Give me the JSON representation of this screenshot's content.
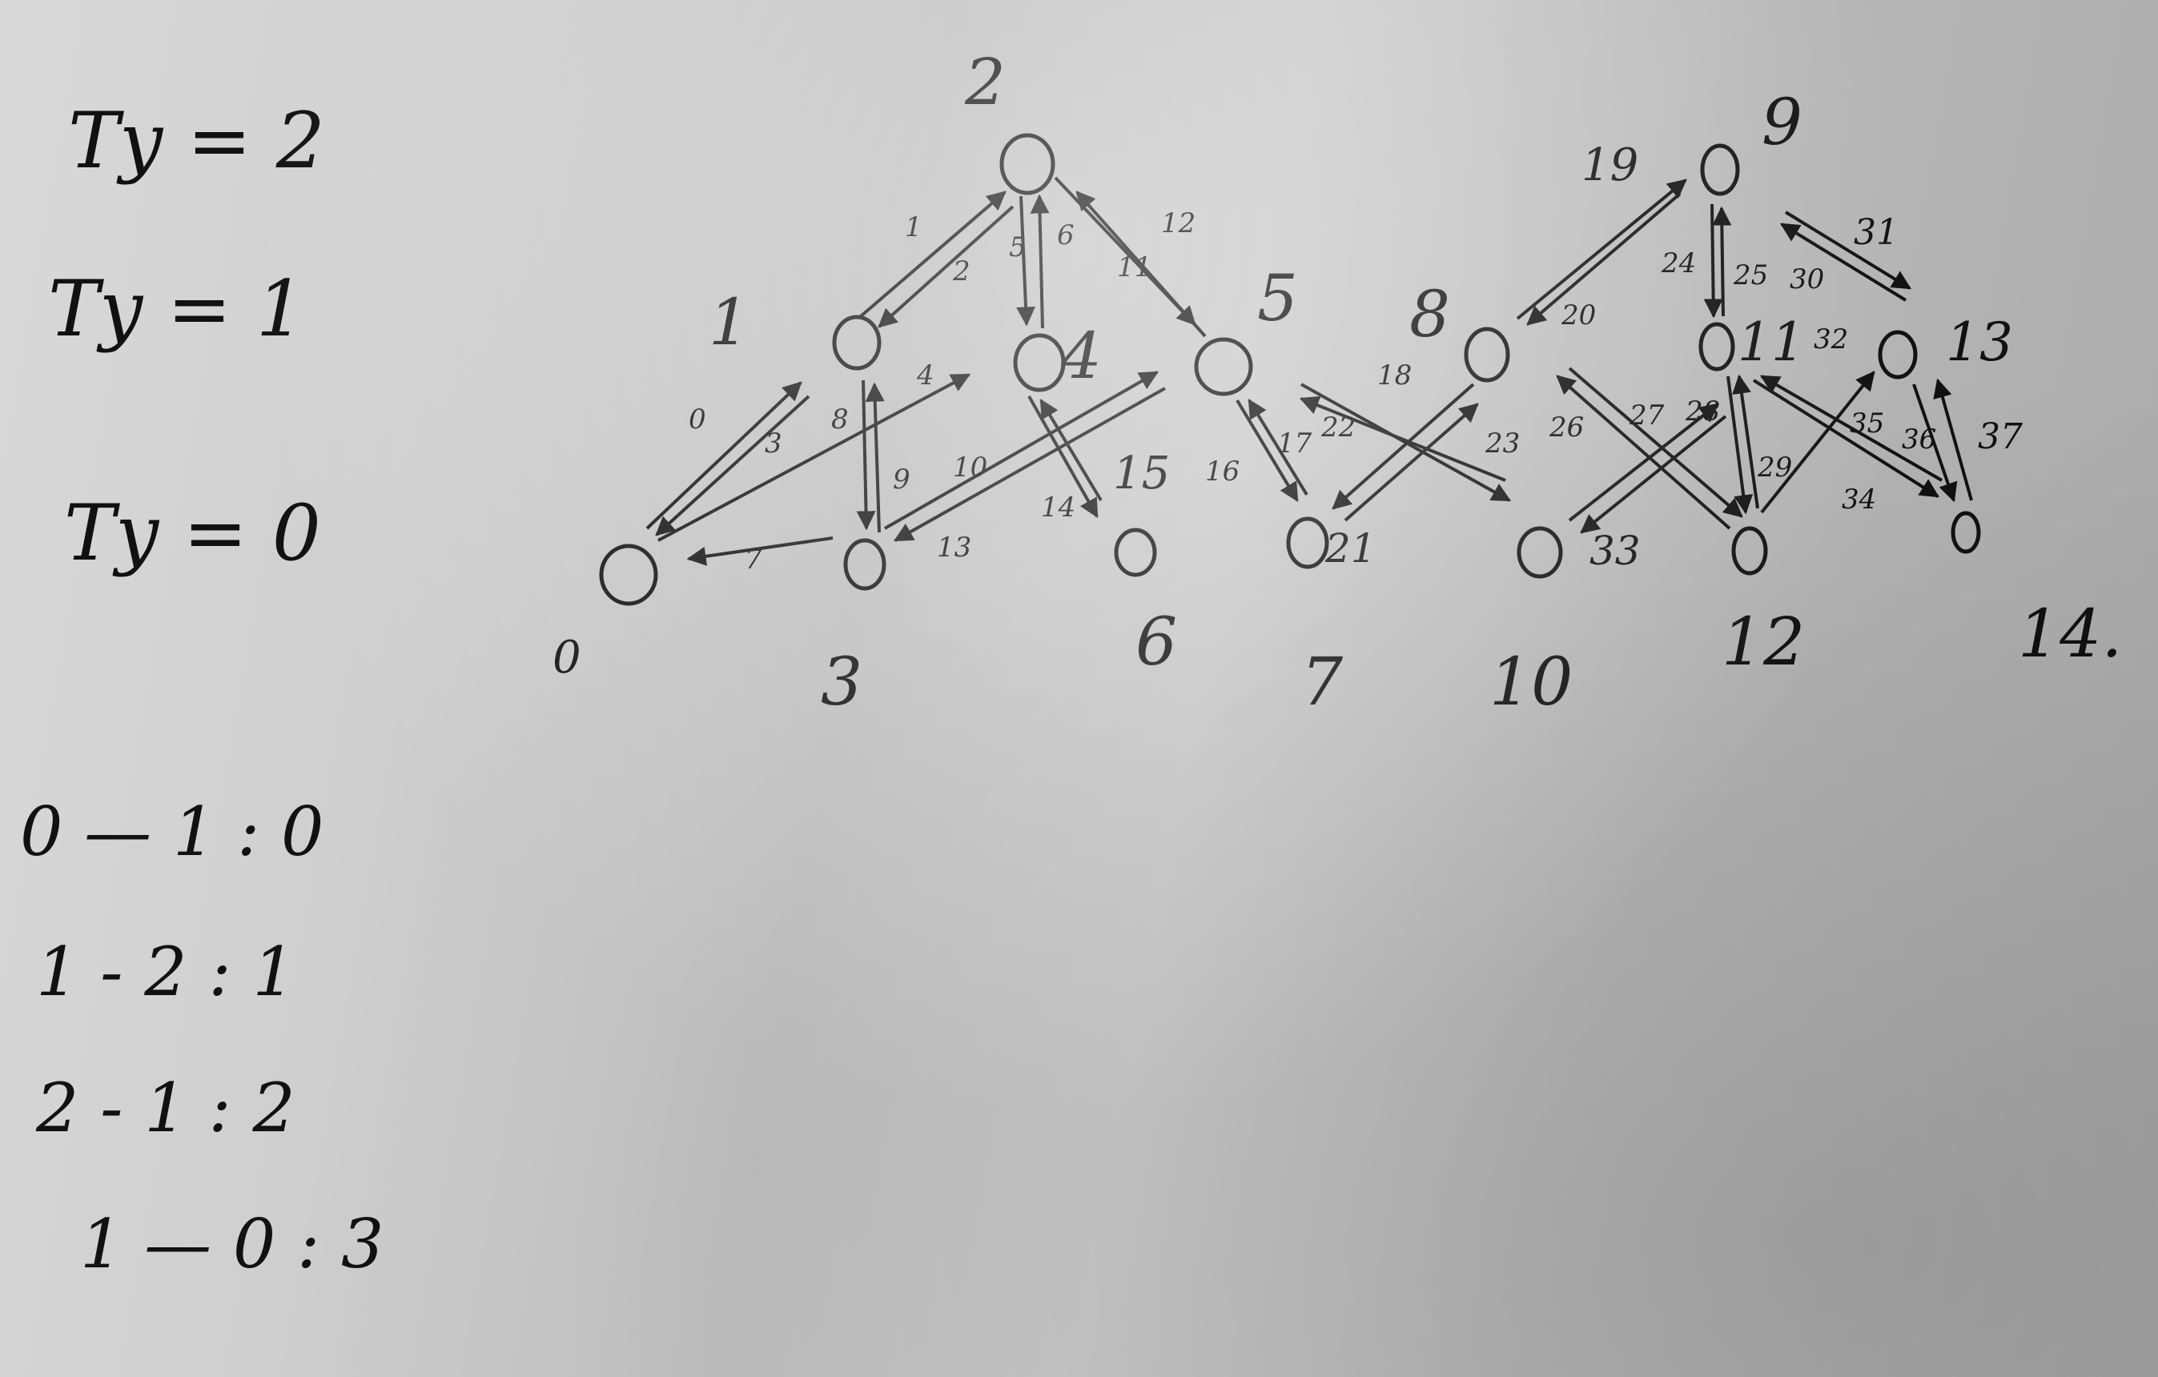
{
  "ty_lines": [
    "Ty = 2",
    "Ty = 1",
    "Ty = 0"
  ],
  "transitions": [
    "0 — 1 : 0",
    "1 - 2 : 1",
    "2 - 1 : 2",
    "1 — 0 : 3"
  ],
  "x_labels": [
    "0",
    "3",
    "6",
    "7",
    "10",
    "12",
    "14."
  ],
  "vertex_labels": [
    "2",
    "1",
    "4",
    "5",
    "8",
    "9",
    "11",
    "13",
    "21",
    "33"
  ],
  "edge_labels": [
    "0",
    "1",
    "2",
    "3",
    "4",
    "5",
    "6",
    "7",
    "8",
    "9",
    "10",
    "11",
    "12",
    "13",
    "14",
    "15",
    "16",
    "17",
    "18",
    "19",
    "20",
    "22",
    "23",
    "24",
    "25",
    "26",
    "27",
    "28",
    "29",
    "30",
    "31",
    "32",
    "34",
    "35",
    "36",
    "37"
  ]
}
